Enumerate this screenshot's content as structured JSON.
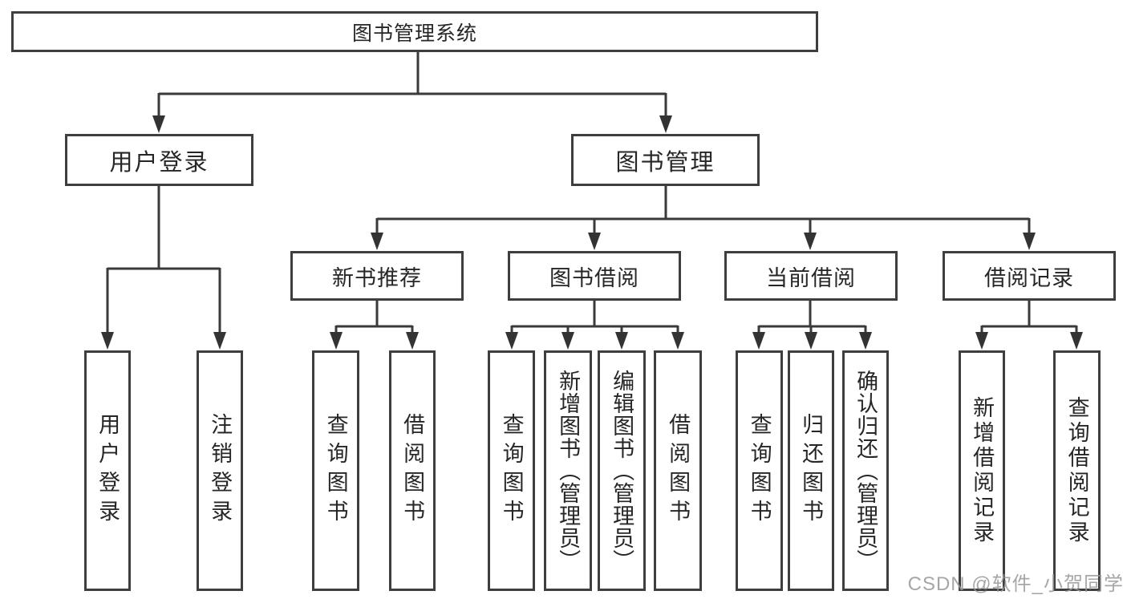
{
  "tree": {
    "root": "图书管理系统",
    "branches": [
      {
        "label": "用户登录",
        "leaves": [
          "用户登录",
          "注销登录"
        ]
      },
      {
        "label": "图书管理",
        "sections": [
          {
            "label": "新书推荐",
            "leaves": [
              "查询图书",
              "借阅图书"
            ]
          },
          {
            "label": "图书借阅",
            "leaves": [
              "查询图书",
              "新增图书（管理员）",
              "编辑图书（管理员）",
              "借阅图书"
            ]
          },
          {
            "label": "当前借阅",
            "leaves": [
              "查询图书",
              "归还图书",
              "确认归还（管理员）"
            ]
          },
          {
            "label": "借阅记录",
            "leaves": [
              "新增借阅记录",
              "查询借阅记录"
            ]
          }
        ]
      }
    ]
  },
  "watermark": {
    "text": "CSDN @软件_小贺同学"
  },
  "colors": {
    "background": "#ffffff",
    "box_border": "#3e3e3e",
    "connector_line": "#3a3a3a",
    "arrowhead": "#333333",
    "text": "#262626",
    "watermark_text": "#969696"
  }
}
